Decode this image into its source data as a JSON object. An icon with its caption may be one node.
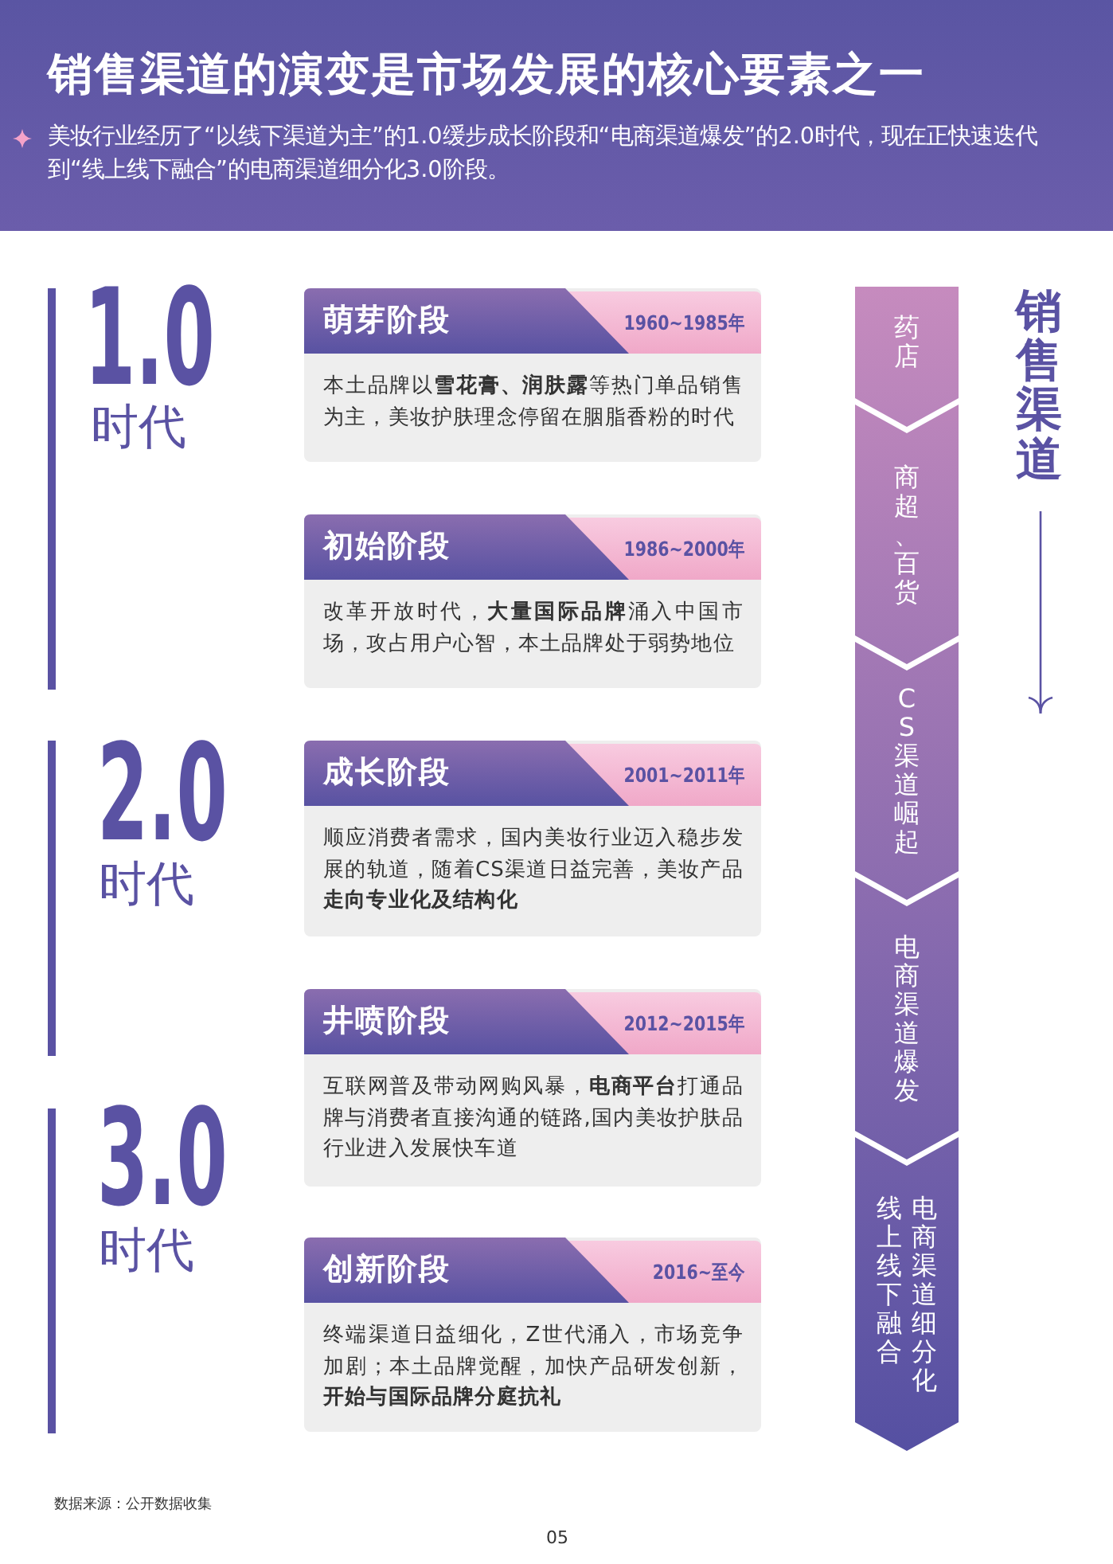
{
  "diagram": {
    "title": "销售渠道的演变是市场发展的核心要素之一",
    "nodes": [
      {
        "text": [
          "萌芽阶段",
          "1960~1985年",
          "本土品牌以**雪花膏、润肤露**等热门单品销售为主，美妆护肤理念停留在胭脂香粉的时代"
        ]
      },
      {
        "text": [
          "初始阶段",
          "1986~2000年",
          "改革开放时代，**大量国际品牌**涌入中国市场，攻占用户心智，本土品牌处于弱势地位"
        ]
      },
      {
        "text": [
          "成长阶段",
          "2001~2011年",
          "顺应消费者需求，国内美妆行业迈入稳步发展的轨道，随着CS渠道日益完善，美妆产品**走向专业化及结构化**"
        ]
      },
      {
        "text": [
          "井喷阶段",
          "2012~2015年",
          "互联网普及带动网购风暴，**电商平台**打通品牌与消费者直接沟通的链路,国内美妆护肤品行业进入发展快车道"
        ]
      },
      {
        "text": [
          "创新阶段",
          "2016~至今",
          "终端渠道日益细化，Z世代涌入，市场竞争加剧；本土品牌觉醒，加快产品研发创新，**开始与国际品牌分庭抗礼**"
        ]
      },
      {
        "text": [
          "药店"
        ]
      },
      {
        "text": [
          "商超、百货"
        ]
      },
      {
        "text": [
          "CS渠道崛起"
        ]
      },
      {
        "text": [
          "电商渠道爆发"
        ]
      },
      {
        "text": [
          "电商渠道细分化线上线下融合"
        ]
      }
    ],
    "labels": [
      "美妆行业经历了“以线下渠道为主”的1.0缓步成长阶段和“电商渠道爆发”的2.0时代，现在正快速迭代到“线上线下融合”的电商渠道细分化3.0阶段。",
      "1.0",
      "时代",
      "2.0",
      "时代",
      "3.0",
      "时代",
      "销售渠道",
      "数据来源：公开数据收集",
      "05"
    ]
  }
}
